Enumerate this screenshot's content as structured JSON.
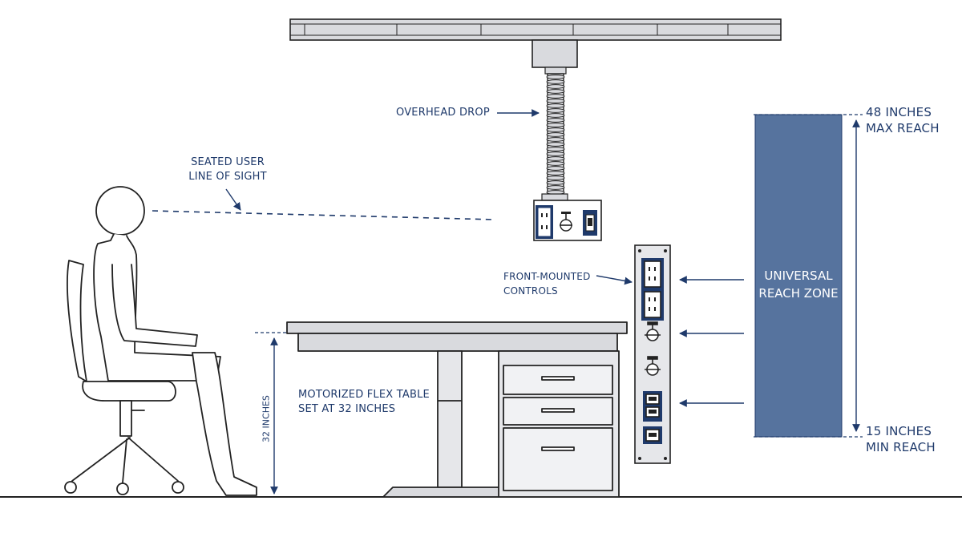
{
  "labels": {
    "overhead_drop": "OVERHEAD DROP",
    "line_of_sight_1": "SEATED USER",
    "line_of_sight_2": "LINE OF SIGHT",
    "front_controls_1": "FRONT-MOUNTED",
    "front_controls_2": "CONTROLS",
    "table_1": "MOTORIZED FLEX TABLE",
    "table_2": "SET AT 32 INCHES",
    "height_dim": "32 INCHES",
    "zone_1": "UNIVERSAL",
    "zone_2": "REACH ZONE",
    "max_1": "48 INCHES",
    "max_2": "MAX REACH",
    "min_1": "15 INCHES",
    "min_2": "MIN REACH"
  },
  "colors": {
    "navy": "#1f3a6b",
    "zone_fill": "#56739e",
    "line": "#222222",
    "gray": "#d9dade"
  }
}
